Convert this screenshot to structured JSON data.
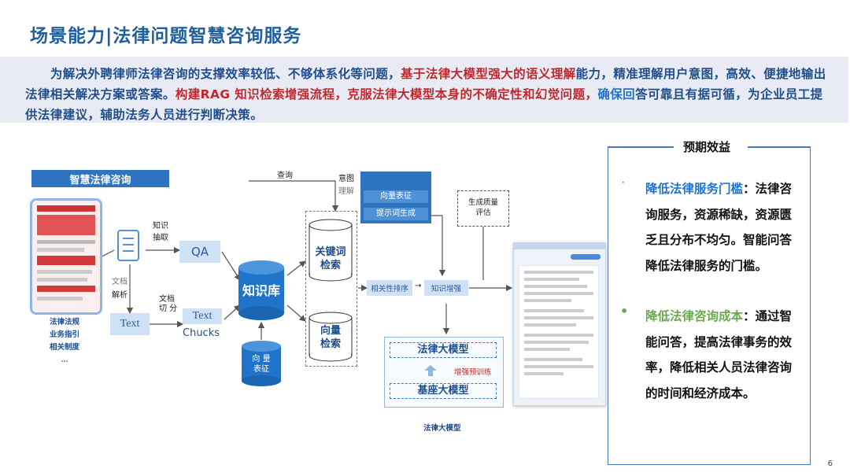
{
  "title": "场景能力|法律问题智慧咨询服务",
  "intro": {
    "p1": "为解决外聘律师法律咨询的支撑效率较低、不够体系化等问题，",
    "p2": "基于法律大模型强大的语义理解",
    "p3": "能力，精准理解用户意图，高效、便捷地输出法律相关解决方案或答案。",
    "p4": "构建RAG 知识检索增强流程，克服法律大模型本身的不确定性和幻觉问题，",
    "p5": "确保回",
    "p6": "答可靠且有据可循，为企业员工提供法律建议，辅助法务人员进行判断决策。"
  },
  "diagram": {
    "banner": "智慧法律咨询",
    "knowledge_extract": "知识\n抽取",
    "doc_parse_1": "文档",
    "doc_parse_2": "解析",
    "doc_split": "文档\n切 分",
    "qa": "QA",
    "text_left": "Text",
    "text_chunks_1": "Text",
    "text_chunks_2": "Chucks",
    "sources": [
      "法律法规",
      "业务指引",
      "相关制度",
      "…"
    ],
    "kb": "知识库",
    "vector_rep_1": "向 量",
    "vector_rep_2": "表征",
    "query": "查询",
    "intent_1": "意图",
    "intent_2": "理解",
    "vector_rep_box": "向量表征",
    "prompt_gen": "提示词生成",
    "quality_1": "生成质量",
    "quality_2": "评估",
    "keyword_1": "关键词",
    "keyword_2": "检索",
    "vector_search_1": "向量",
    "vector_search_2": "检索",
    "rank": "相关性排序",
    "arrow": "→",
    "enhance": "知识增强",
    "law_model": "法律大模型",
    "train": "增强预训练",
    "base_model": "基座大模型",
    "bottom_label": "法律大模型"
  },
  "benefits": {
    "title": "预期效益",
    "b1_head": "降低法律服务门槛",
    "b1_tail": "：法律咨询服务，资源稀缺，资源匮乏且分布不均匀。智能问答降低法律服务的门槛。",
    "b2_head": "降低法律咨询成本",
    "b2_tail": "：通过智能问答，提高法律事务的效率，降低相关人员法律咨询的时间和经济成本。"
  },
  "page_number": "6",
  "colors": {
    "title": "#1f5f9c",
    "red": "#c0282e",
    "green": "#6aa84f",
    "kb_blue": "#1f74c9"
  }
}
